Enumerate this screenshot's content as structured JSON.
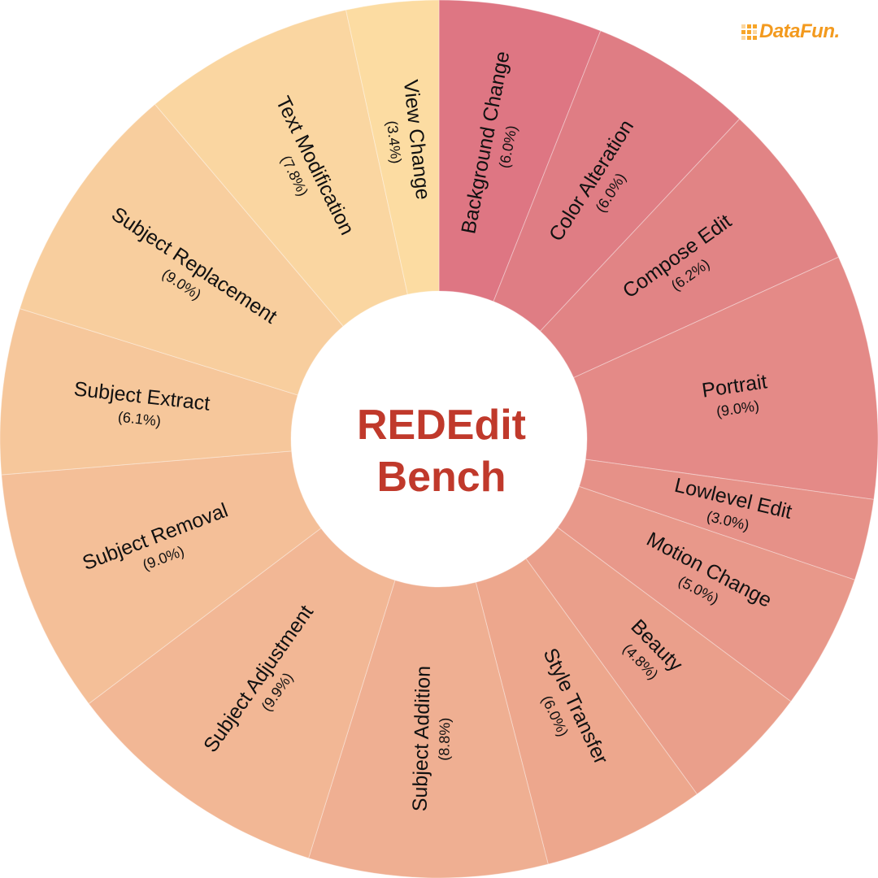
{
  "logo": {
    "text": "DataFun.",
    "color": "#F39A1E"
  },
  "center": {
    "line1": "REDEdit",
    "line2": "Bench",
    "color": "#C0392B"
  },
  "chart_data": {
    "type": "pie",
    "subtype": "donut",
    "title": "REDEdit Bench",
    "start_angle_deg": 0,
    "direction": "clockwise",
    "center": [
      540,
      540
    ],
    "outer_radius": 540,
    "inner_radius": 182,
    "categories": [
      "Background Change",
      "Color Alteration",
      "Compose Edit",
      "Portrait",
      "Lowlevel Edit",
      "Motion Change",
      "Beauty",
      "Style Transfer",
      "Subject Addition",
      "Subject Adjustment",
      "Subject Removal",
      "Subject Extract",
      "Subject Replacement",
      "Text Modification",
      "View Change"
    ],
    "values": [
      6.0,
      6.0,
      6.2,
      9.0,
      3.0,
      5.0,
      4.8,
      6.0,
      8.8,
      9.9,
      9.0,
      6.1,
      9.0,
      7.8,
      3.4
    ],
    "labels": [
      "(6.0%)",
      "(6.0%)",
      "(6.2%)",
      "(9.0%)",
      "(3.0%)",
      "(5.0%)",
      "(4.8%)",
      "(6.0%)",
      "(8.8%)",
      "(9.9%)",
      "(9.0%)",
      "(6.1%)",
      "(9.0%)",
      "(7.8%)",
      "(3.4%)"
    ],
    "colors": [
      "#DE7683",
      "#DF7D84",
      "#E18485",
      "#E48A87",
      "#E69188",
      "#E8988A",
      "#EA9F8B",
      "#EDA78D",
      "#EFAF92",
      "#F2B795",
      "#F4BF98",
      "#F6C79B",
      "#F8CE9E",
      "#FAD6A1",
      "#FCDCA2"
    ],
    "unit": "%"
  }
}
